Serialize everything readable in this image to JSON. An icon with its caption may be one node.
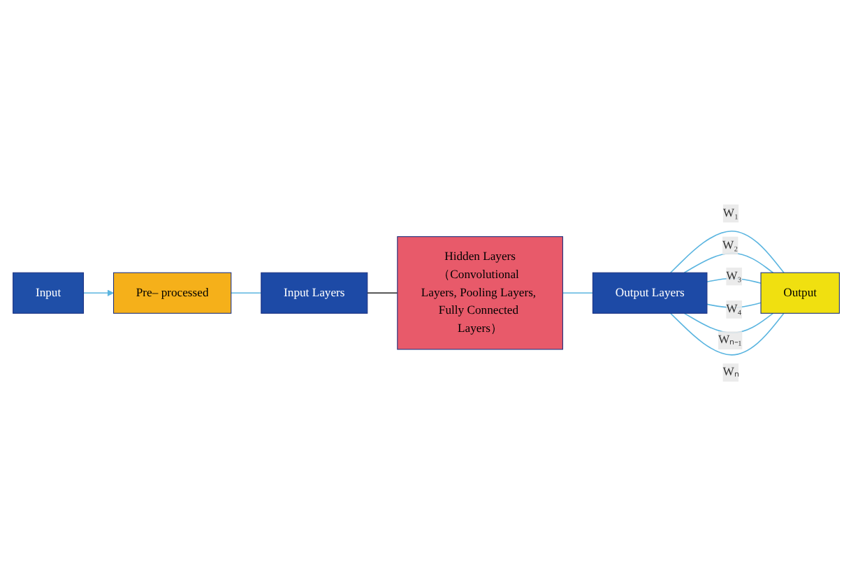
{
  "diagram": {
    "nodes": [
      {
        "text": [
          "Input"
        ]
      },
      {
        "text": [
          "Pre– processed"
        ]
      },
      {
        "text": [
          "Input Layers"
        ]
      },
      {
        "text": [
          "Hidden Layers（Convolutional Layers, Pooling Layers, Fully Connected Layers）"
        ]
      },
      {
        "text": [
          "Output Layers"
        ]
      },
      {
        "text": [
          "Output"
        ]
      }
    ],
    "edges": [
      {
        "from": 0,
        "to": 1,
        "arrow": "to"
      },
      {
        "from": 1,
        "to": 2,
        "arrow": "none"
      },
      {
        "from": 2,
        "to": 3,
        "arrow": "none",
        "color": "#222222"
      },
      {
        "from": 3,
        "to": 4,
        "arrow": "none"
      },
      {
        "from": 4,
        "to": 5,
        "arrow": "none",
        "label": "W₁"
      },
      {
        "from": 4,
        "to": 5,
        "arrow": "none",
        "label": "W₂"
      },
      {
        "from": 4,
        "to": 5,
        "arrow": "none",
        "label": "W₃"
      },
      {
        "from": 4,
        "to": 5,
        "arrow": "none",
        "label": "W₄"
      },
      {
        "from": 4,
        "to": 5,
        "arrow": "none",
        "label": "Wₙ₋₁"
      },
      {
        "from": 4,
        "to": 5,
        "arrow": "none",
        "label": "Wₙ"
      }
    ]
  }
}
